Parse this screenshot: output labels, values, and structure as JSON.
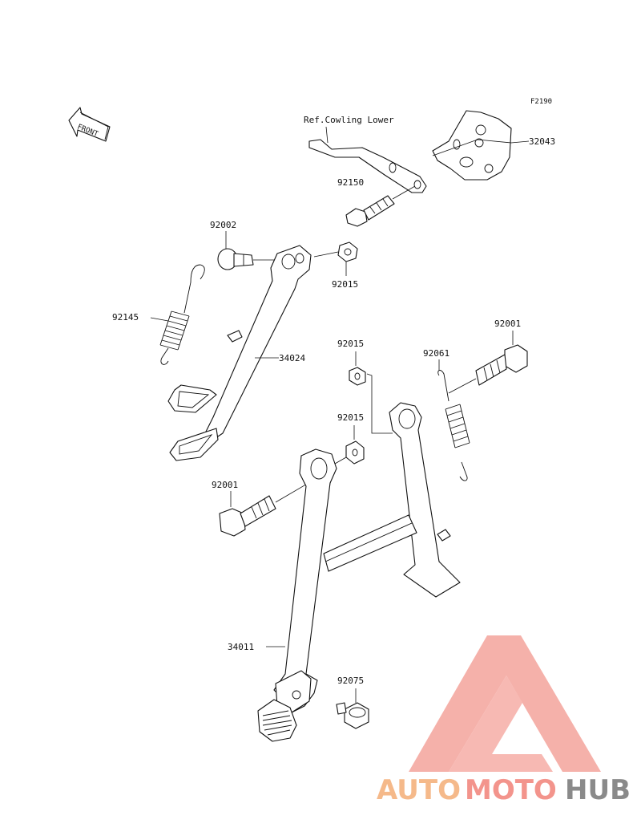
{
  "figure_code": "F2190",
  "front_label": "FRONT",
  "reference_note": "Ref.Cowling Lower",
  "parts": {
    "p32043": "32043",
    "p92150": "92150",
    "p92002": "92002",
    "p92015_top": "92015",
    "p92145": "92145",
    "p34024": "34024",
    "p92015_mid": "92015",
    "p92061": "92061",
    "p92001_right": "92001",
    "p92015_low": "92015",
    "p92001_left": "92001",
    "p34011": "34011",
    "p92075": "92075"
  },
  "watermark": {
    "part1": "AUTO",
    "part2": "MOTO",
    "part3": "HUB",
    "color1": "#f5b98a",
    "color2": "#f3948c",
    "color3": "#8a8a8a",
    "logo_color": "#f4a49c"
  }
}
